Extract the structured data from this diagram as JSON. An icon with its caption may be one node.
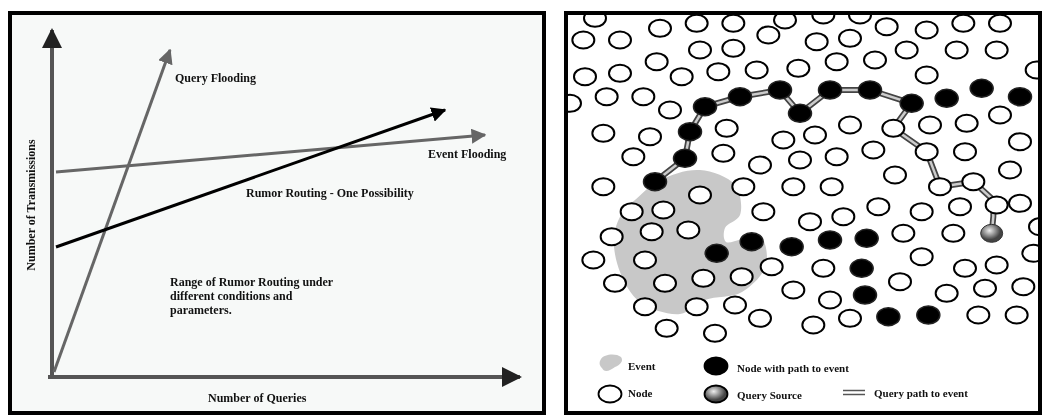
{
  "diagram": {
    "labels": [
      "Number of Transmissions",
      "Query Flooding",
      "Event Flooding",
      "Rumor Routing - One Possibility",
      "Range of Rumor Routing under different conditions and parameters.",
      "Number of Queries"
    ],
    "legend": [
      {
        "text": "Event"
      },
      {
        "text": "Node with path to event"
      },
      {
        "text": "Node"
      },
      {
        "text": "Query Source"
      },
      {
        "text": "Query path to event"
      }
    ]
  }
}
